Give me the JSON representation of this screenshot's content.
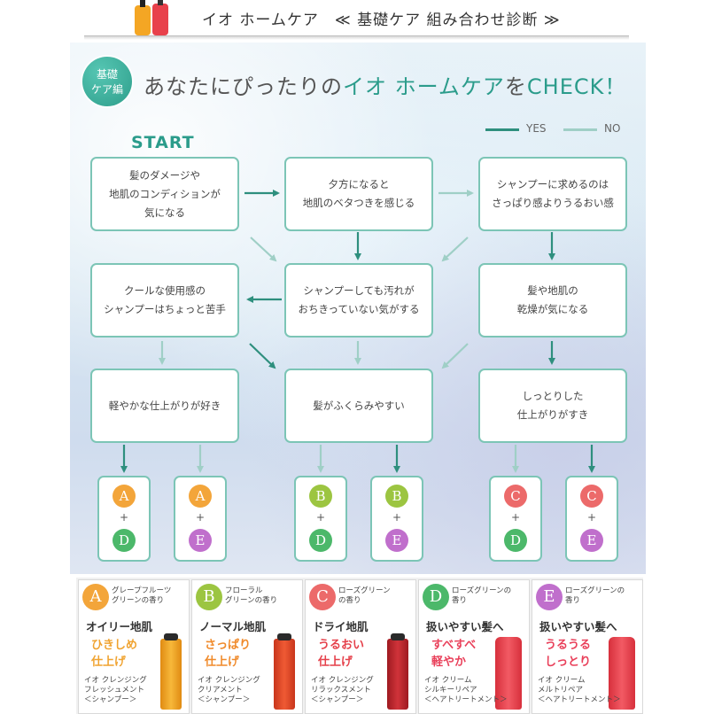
{
  "header": {
    "title": "イオ ホームケア　≪ 基礎ケア 組み合わせ診断 ≫"
  },
  "badge": {
    "line1": "基礎",
    "line2": "ケア編"
  },
  "main_title": {
    "prefix": "あなたにぴったりの",
    "accent": "イオ ホームケア",
    "middle": "を",
    "check": "CHECK！"
  },
  "legend": {
    "yes": "YES",
    "no": "NO",
    "yes_color": "#2e8f7e",
    "no_color": "#9fcfc6"
  },
  "start_label": "START",
  "questions": {
    "q1": "髪のダメージや\n地肌のコンディションが\n気になる",
    "q2": "夕方になると\n地肌のベタつきを感じる",
    "q3": "シャンプーに求めるのは\nさっぱり感よりうるおい感",
    "q4": "クールな使用感の\nシャンプーはちょっと苦手",
    "q5": "シャンプーしても汚れが\nおちきっていない気がする",
    "q6": "髪や地肌の\n乾燥が気になる",
    "q7": "軽やかな仕上がりが好き",
    "q8": "髪がふくらみやすい",
    "q9": "しっとりした\n仕上がりがすき"
  },
  "results": [
    {
      "top": "A",
      "bottom": "D"
    },
    {
      "top": "A",
      "bottom": "E"
    },
    {
      "top": "B",
      "bottom": "D"
    },
    {
      "top": "B",
      "bottom": "E"
    },
    {
      "top": "C",
      "bottom": "D"
    },
    {
      "top": "C",
      "bottom": "E"
    }
  ],
  "plus": "+",
  "letter_colors": {
    "A": "#f3a53a",
    "B": "#9cc541",
    "C": "#ec6a6a",
    "D": "#4cb86a",
    "E": "#c06fcc"
  },
  "products": [
    {
      "letter": "A",
      "scent": "グレープフルーツ\nグリーンの香り",
      "type": "オイリー地肌",
      "finish": "ひきしめ\n仕上げ",
      "finish_color": "#f0a330",
      "name": "イオ クレンジング\nフレッシュメント\n＜シャンプー＞",
      "bottle_color": "#f2a227"
    },
    {
      "letter": "B",
      "scent": "フローラル\nグリーンの香り",
      "type": "ノーマル地肌",
      "finish": "さっぱり\n仕上げ",
      "finish_color": "#f08a2a",
      "name": "イオ クレンジング\nクリアメント\n＜シャンプー＞",
      "bottle_color": "#e8462a"
    },
    {
      "letter": "C",
      "scent": "ローズグリーン\nの香り",
      "type": "ドライ地肌",
      "finish": "うるおい\n仕上げ",
      "finish_color": "#e5404a",
      "name": "イオ クレンジング\nリラックスメント\n＜シャンプー＞",
      "bottle_color": "#c0242b"
    },
    {
      "letter": "D",
      "scent": "ローズグリーンの\n香り",
      "type": "扱いやすい髪へ",
      "finish": "すべすべ\n軽やか",
      "finish_color": "#e9405a",
      "name": "イオ クリーム\nシルキーリペア\n＜ヘアトリートメント＞",
      "bottle_color": "#e6404a"
    },
    {
      "letter": "E",
      "scent": "ローズグリーンの\n香り",
      "type": "扱いやすい髪へ",
      "finish": "うるうる\nしっとり",
      "finish_color": "#e9405a",
      "name": "イオ クリーム\nメルトリペア\n＜ヘアトリートメント＞",
      "bottle_color": "#e6404a"
    }
  ]
}
